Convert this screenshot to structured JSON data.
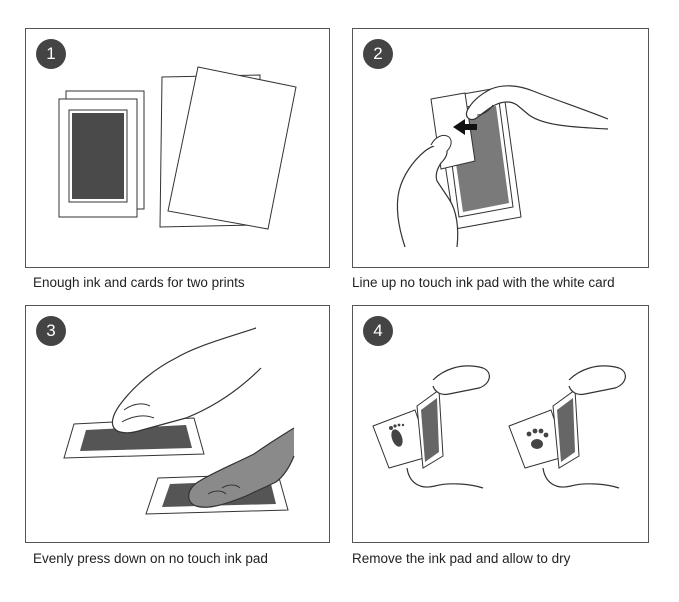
{
  "steps": [
    {
      "number": "1",
      "caption": "Enough ink and cards for two prints"
    },
    {
      "number": "2",
      "caption": "Line up no touch ink pad with the white card"
    },
    {
      "number": "3",
      "caption": "Evenly press down on no touch ink pad"
    },
    {
      "number": "4",
      "caption": "Remove the ink pad and allow to dry"
    }
  ],
  "colors": {
    "ink": "#4a4a4a",
    "line": "#333333",
    "badge": "#444444",
    "paw": "#8a8a8a"
  }
}
